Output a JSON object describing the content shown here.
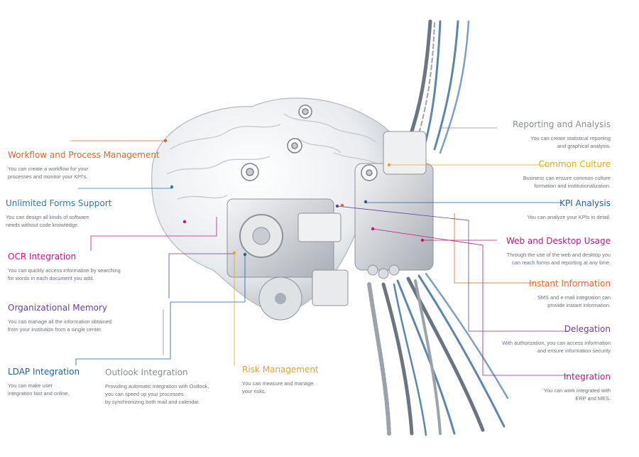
{
  "features": {
    "workflow": {
      "title": "Workflow and Process Management",
      "desc": "You can create a workflow for your\nprocesses and monitor your KPI's.",
      "color": "#e8632b"
    },
    "forms": {
      "title": "Unlimited Forms Support",
      "desc": "You can design all kinds of software\nneeds without code knowledge.",
      "color": "#2b7bb5"
    },
    "ocr": {
      "title": "OCR Integration",
      "desc": "You can quickly access information by searching\nfor words in each document you add.",
      "color": "#c2187a"
    },
    "memory": {
      "title": "Organizational Memory",
      "desc": "You can manage all the information obtained\nfrom your institution from a single center.",
      "color": "#6a3f97"
    },
    "ldap": {
      "title": "LDAP Integration",
      "desc": "You can make user\nintegration fast and online.",
      "color": "#1f5f9c"
    },
    "outlook": {
      "title": "Outlook Integration",
      "desc": "Providing automatic integration with Outlook,\nyou can speed up your processes\nby synchronizing both mail and calendar.",
      "color": "#8a8d92"
    },
    "risk": {
      "title": "Risk Management",
      "desc": "You can measure and manage\nyour risks.",
      "color": "#e4a81e"
    },
    "reporting": {
      "title": "Reporting and Analysis",
      "desc": "You can create statistical reporting\nand graphical analysis.",
      "color": "#8a8d92"
    },
    "culture": {
      "title": "Common Culture",
      "desc": "Business can ensure common culture\nformation and institutionalization.",
      "color": "#e4a81e"
    },
    "kpi": {
      "title": "KPI Analysis",
      "desc": "You can analyze your KPIs in detail.",
      "color": "#1f5f9c"
    },
    "web": {
      "title": "Web and Desktop Usage",
      "desc": "Through the use of the web and desktop you\ncan reach forms and reporting at any time.",
      "color": "#c2187a"
    },
    "instant": {
      "title": "Instant Information",
      "desc": "SMS and e-mail integration can\nprovide instant information.",
      "color": "#e8632b"
    },
    "delegation": {
      "title": "Delegation",
      "desc": "With authorization, you can access information\nand ensure information security",
      "color": "#6a3f97"
    },
    "integration": {
      "title": "Integration",
      "desc": "You can work integrated with\nERP and MES.",
      "color": "#c2187a"
    }
  }
}
